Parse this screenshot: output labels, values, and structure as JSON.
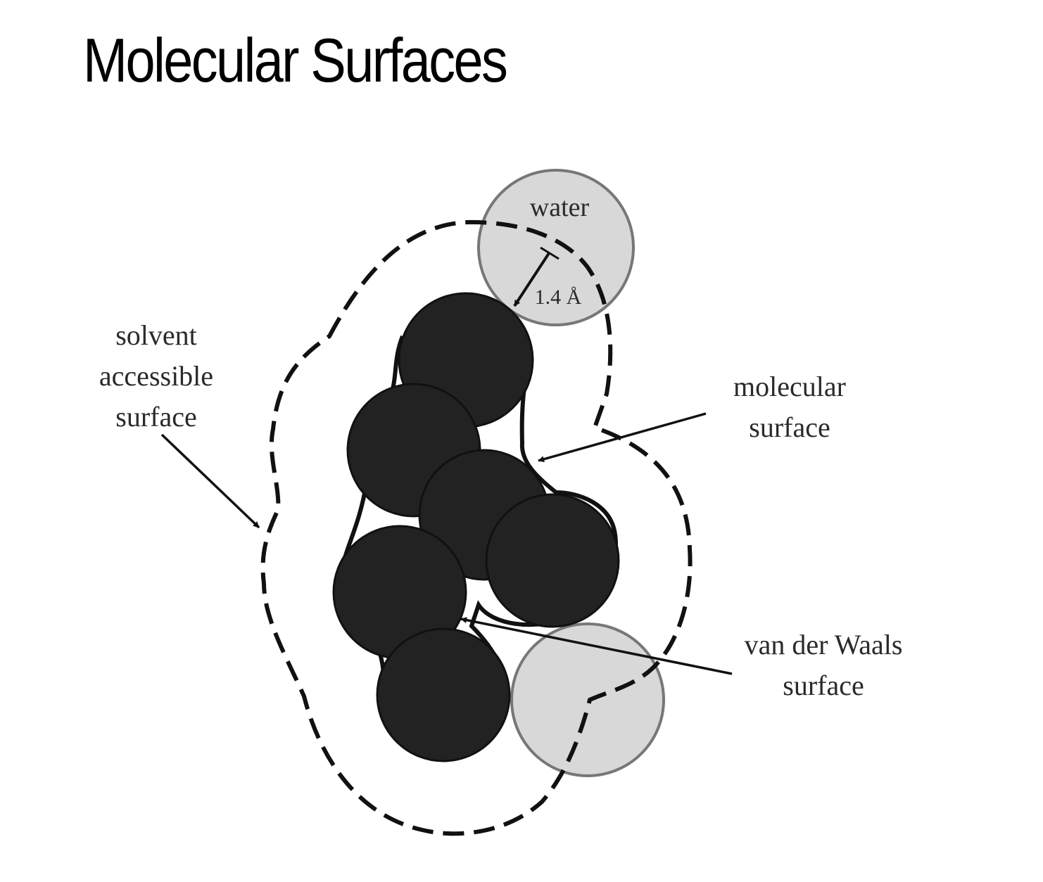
{
  "title": "Molecular Surfaces",
  "diagram": {
    "labels": {
      "water": "water",
      "distance": "1.4 Å",
      "solvent_accessible_surface": [
        "solvent",
        "accessible",
        "surface"
      ],
      "molecular_surface": [
        "molecular",
        "surface"
      ],
      "van_der_waals_surface": [
        "van der Waals",
        "surface"
      ]
    },
    "colors": {
      "atom_fill": "#222222",
      "water_fill": "#d8d8d8",
      "water_stroke": "#777777",
      "line": "#111111",
      "label_text": "#2a2a2a"
    }
  }
}
